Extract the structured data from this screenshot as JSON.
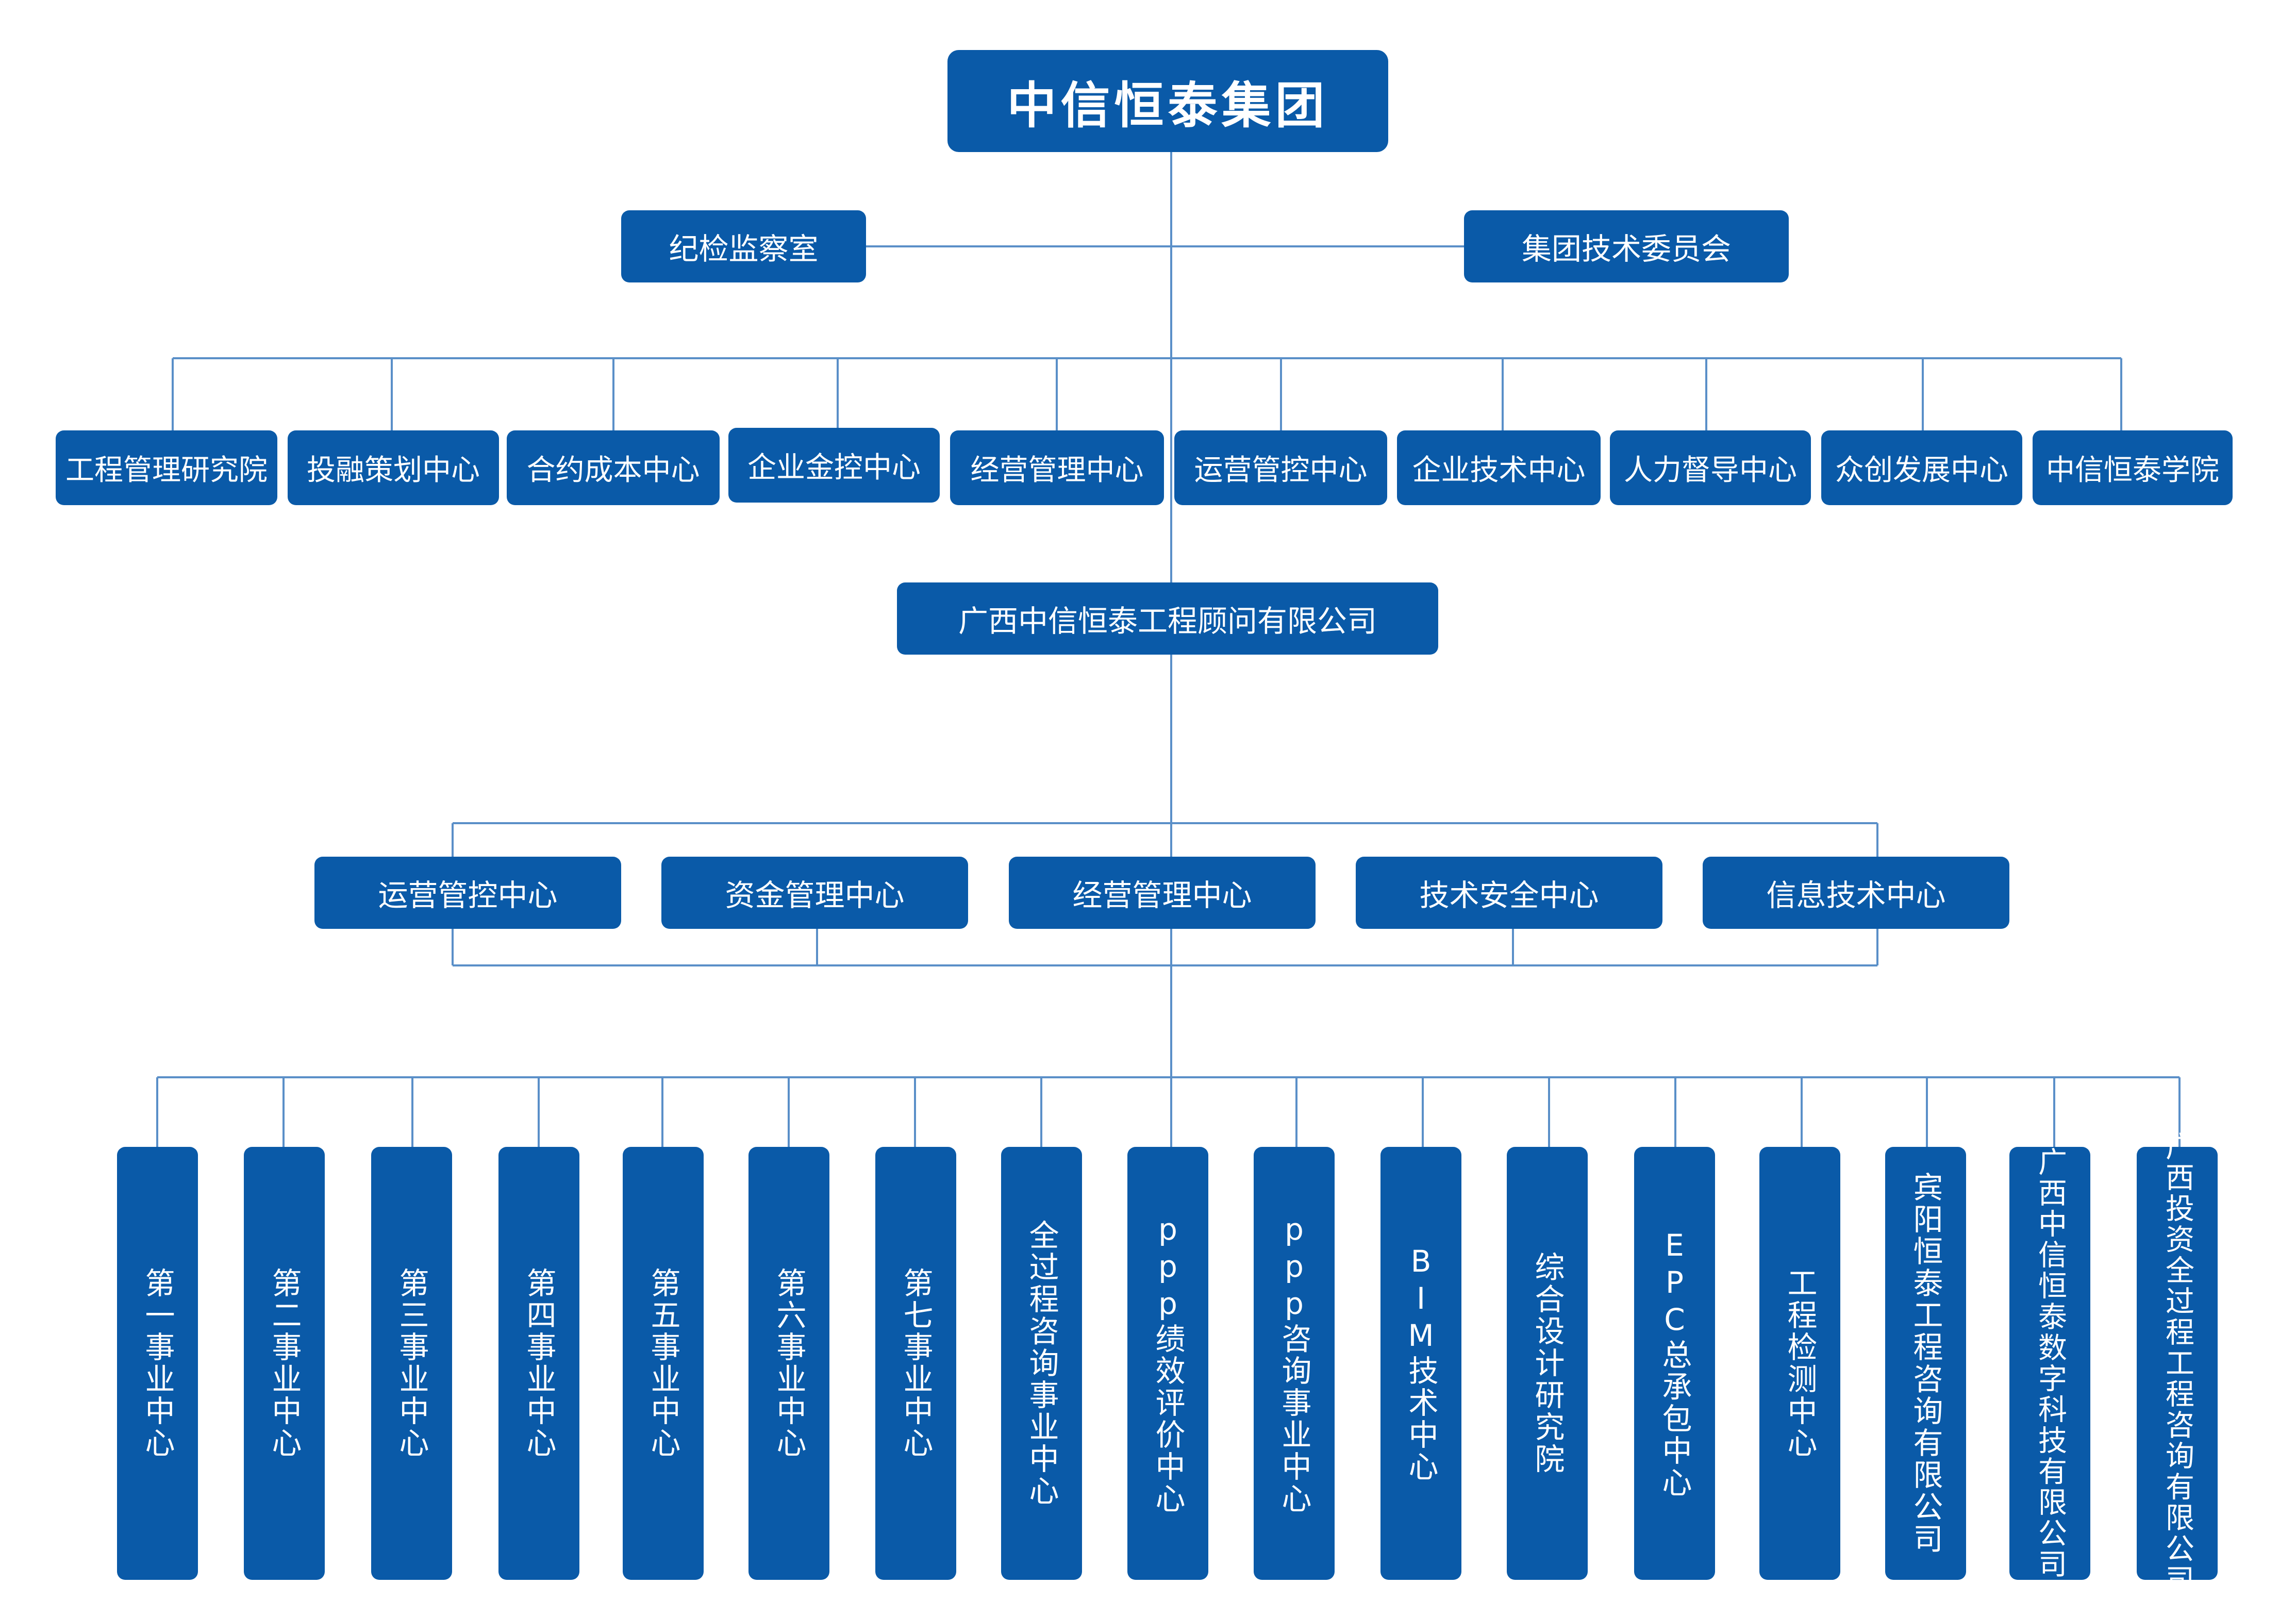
{
  "group": "中信恒泰集团",
  "side_left": "纪检监察室",
  "side_right": "集团技术委员会",
  "departments": [
    "工程管理研究院",
    "投融策划中心",
    "合约成本中心",
    "企业金控中心",
    "经营管理中心",
    "运营管控中心",
    "企业技术中心",
    "人力督导中心",
    "众创发展中心",
    "中信恒泰学院"
  ],
  "company": "广西中信恒泰工程顾问有限公司",
  "company_centers": [
    "运营管控中心",
    "资金管理中心",
    "经营管理中心",
    "技术安全中心",
    "信息技术中心"
  ],
  "business_units": [
    "第一事业中心",
    "第二事业中心",
    "第三事业中心",
    "第四事业中心",
    "第五事业中心",
    "第六事业中心",
    "第七事业中心",
    "全过程咨询事业中心",
    "ppp绩效评价中心",
    "ppp咨询事业中心",
    "BIM技术中心",
    "综合设计研究院",
    "EPC总承包中心",
    "工程检测中心",
    "宾阳恒泰工程咨询有限公司",
    "广西中信恒泰数字科技有限公司",
    "广西投资全过程工程咨询有限公司"
  ],
  "colors": {
    "box": "#0a5aa8",
    "line": "#5a8fc8",
    "text": "#ffffff"
  }
}
